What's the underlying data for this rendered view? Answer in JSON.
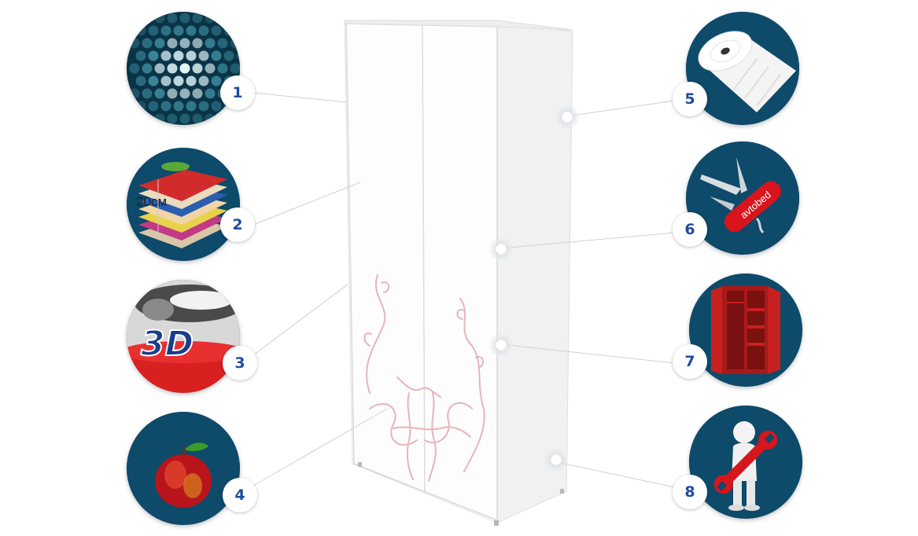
{
  "features": [
    {
      "number": "1",
      "icon": "light-bulbs-icon"
    },
    {
      "number": "2",
      "icon": "layered-board-icon",
      "label": "20см"
    },
    {
      "number": "3",
      "icon": "3d-logo-icon",
      "label": "3D"
    },
    {
      "number": "4",
      "icon": "apple-icon"
    },
    {
      "number": "5",
      "icon": "foam-roll-icon"
    },
    {
      "number": "6",
      "icon": "pocket-knife-icon",
      "label": "avtobed"
    },
    {
      "number": "7",
      "icon": "red-wardrobe-icon"
    },
    {
      "number": "8",
      "icon": "repair-man-icon"
    }
  ],
  "colors": {
    "badge_text": "#1f4c9e",
    "circle_bg": "#0e4a6a",
    "ornament": "#e8b4b8"
  }
}
